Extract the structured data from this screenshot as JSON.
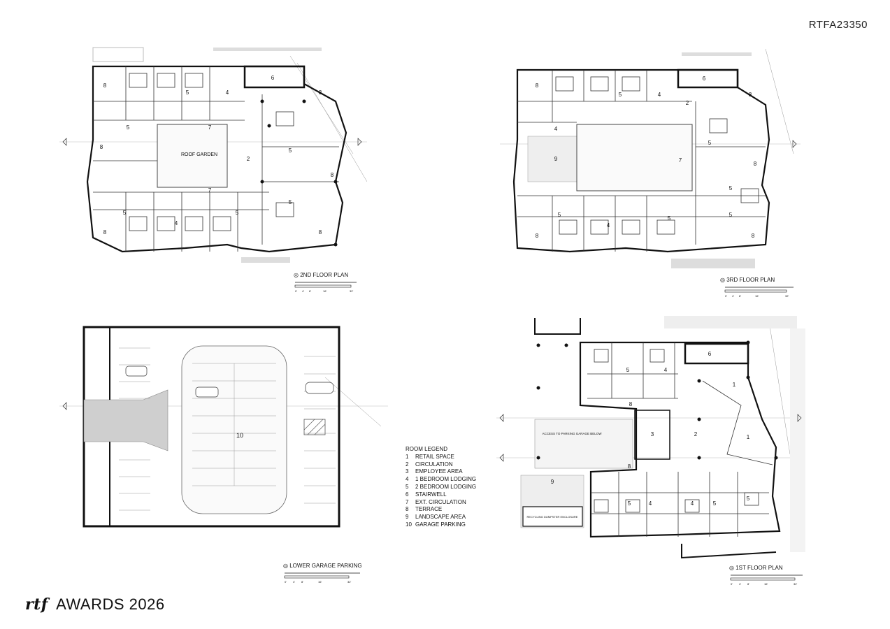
{
  "submission_code": "RTFA23350",
  "brand": {
    "logo": "rtf",
    "text": "AWARDS 2026"
  },
  "plans": {
    "second_floor": {
      "title": "2ND FLOOR PLAN",
      "labels": [
        "8",
        "5",
        "4",
        "6",
        "8",
        "5",
        "7",
        "8",
        "ROOF GARDEN",
        "2",
        "5",
        "8",
        "7",
        "5",
        "4",
        "5",
        "5",
        "8",
        "8"
      ],
      "scale_ticks": [
        "0'",
        "4'",
        "8'",
        "16'",
        "32'"
      ]
    },
    "third_floor": {
      "title": "3RD FLOOR PLAN",
      "labels": [
        "8",
        "5",
        "4",
        "6",
        "8",
        "2",
        "4",
        "9",
        "7",
        "5",
        "8",
        "5",
        "5",
        "4",
        "5",
        "5",
        "8",
        "8"
      ],
      "scale_ticks": [
        "0'",
        "4'",
        "8'",
        "16'",
        "32'"
      ]
    },
    "lower_garage": {
      "title": "LOWER GARAGE PARKING",
      "room_number": "10",
      "scale_ticks": [
        "0'",
        "4'",
        "8'",
        "16'",
        "32'"
      ]
    },
    "first_floor": {
      "title": "1ST FLOOR PLAN",
      "labels": [
        "5",
        "4",
        "6",
        "1",
        "8",
        "3",
        "2",
        "1",
        "8",
        "9",
        "5",
        "4",
        "4",
        "5",
        "5"
      ],
      "notes": [
        "ACCESS TO PARKING GARAGE BELOW",
        "RECYCLING DUMPSTER ENCLOSURE"
      ],
      "scale_ticks": [
        "0'",
        "4'",
        "8'",
        "16'",
        "32'"
      ]
    }
  },
  "legend": {
    "title": "ROOM LEGEND",
    "items": [
      {
        "num": "1",
        "label": "RETAIL SPACE"
      },
      {
        "num": "2",
        "label": "CIRCULATION"
      },
      {
        "num": "3",
        "label": "EMPLOYEE AREA"
      },
      {
        "num": "4",
        "label": "1 BEDROOM LODGING"
      },
      {
        "num": "5",
        "label": "2 BEDROOM LODGING"
      },
      {
        "num": "6",
        "label": "STAIRWELL"
      },
      {
        "num": "7",
        "label": "EXT. CIRCULATION"
      },
      {
        "num": "8",
        "label": "TERRACE"
      },
      {
        "num": "9",
        "label": "LANDSCAPE AREA"
      },
      {
        "num": "10",
        "label": "GARAGE PARKING"
      }
    ]
  }
}
